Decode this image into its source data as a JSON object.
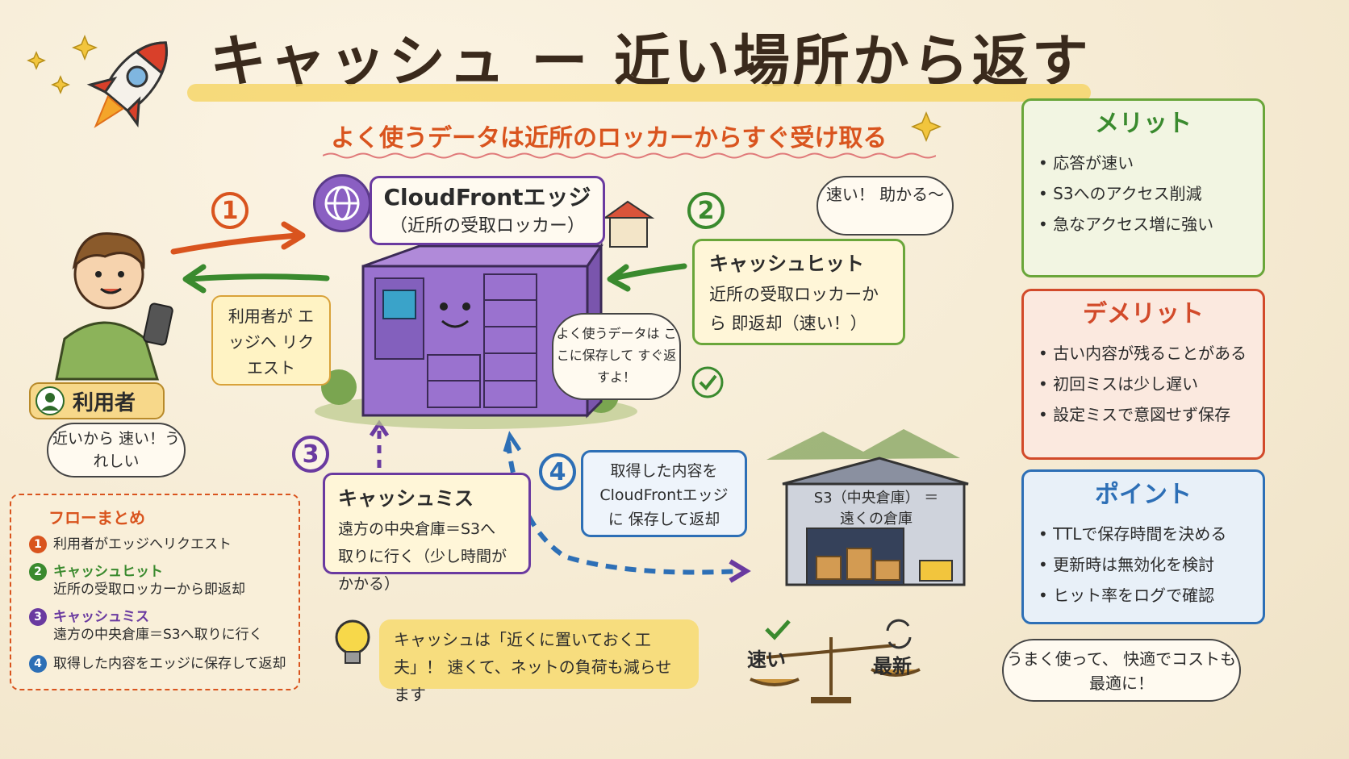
{
  "title": "キャッシュ ー 近い場所から返す",
  "subtitle": "よく使うデータは近所のロッカーからすぐ受け取る",
  "edge": {
    "title": "CloudFrontエッジ",
    "subtitle": "（近所の受取ロッカー）"
  },
  "locker_bubble": "よく使うデータは ここに保存して すぐ返すよ！",
  "user": {
    "label": "利用者",
    "bubble": "近いから 速い！うれしい",
    "request_note": "利用者が エッジへ リクエスト"
  },
  "steps": [
    {
      "num": "1"
    },
    {
      "num": "2",
      "title": "キャッシュヒット",
      "text": "近所の受取ロッカーから 即返却（速い！）",
      "bubble": "速い！ 助かる〜"
    },
    {
      "num": "3",
      "title": "キャッシュミス",
      "text": "遠方の中央倉庫＝S3へ 取りに行く（少し時間がかかる）"
    },
    {
      "num": "4",
      "text": "取得した内容を CloudFrontエッジに 保存して返却"
    }
  ],
  "s3": {
    "label": "S3（中央倉庫） ＝遠くの倉庫"
  },
  "flow_summary": {
    "title": "フローまとめ",
    "items": [
      {
        "num": "1",
        "text": "利用者がエッジへリクエスト",
        "color": "#d9541e"
      },
      {
        "num": "2",
        "title": "キャッシュヒット",
        "text": "近所の受取ロッカーから即返却",
        "color": "#3a8a2e"
      },
      {
        "num": "3",
        "title": "キャッシュミス",
        "text": "遠方の中央倉庫＝S3へ取りに行く",
        "color": "#6a3aa0"
      },
      {
        "num": "4",
        "text": "取得した内容をエッジに保存して返却",
        "color": "#2d6fb6"
      }
    ]
  },
  "tip": "キャッシュは「近くに置いておく工夫」！ 速くて、ネットの負荷も減らせます",
  "balance": {
    "left": "速い",
    "right": "最新"
  },
  "merits": {
    "title": "メリット",
    "items": [
      "応答が速い",
      "S3へのアクセス削減",
      "急なアクセス増に強い"
    ],
    "color": "#3a8a2e"
  },
  "demerits": {
    "title": "デメリット",
    "items": [
      "古い内容が残ることがある",
      "初回ミスは少し遅い",
      "設定ミスで意図せず保存"
    ],
    "color": "#d24a2a"
  },
  "points": {
    "title": "ポイント",
    "items": [
      "TTLで保存時間を決める",
      "更新時は無効化を検討",
      "ヒット率をログで確認"
    ],
    "color": "#2d6fb6"
  },
  "closing": "うまく使って、 快適でコストも最適に！",
  "icons": [
    "rocket-icon",
    "globe-icon",
    "thumbs-up-icon",
    "thumbs-down-icon",
    "check-icon",
    "warning-icon",
    "gear-icon",
    "lightbulb-icon",
    "book-icon",
    "person-icon",
    "smile-icon",
    "bar-chart-icon",
    "refresh-icon",
    "sparkle-icon"
  ]
}
